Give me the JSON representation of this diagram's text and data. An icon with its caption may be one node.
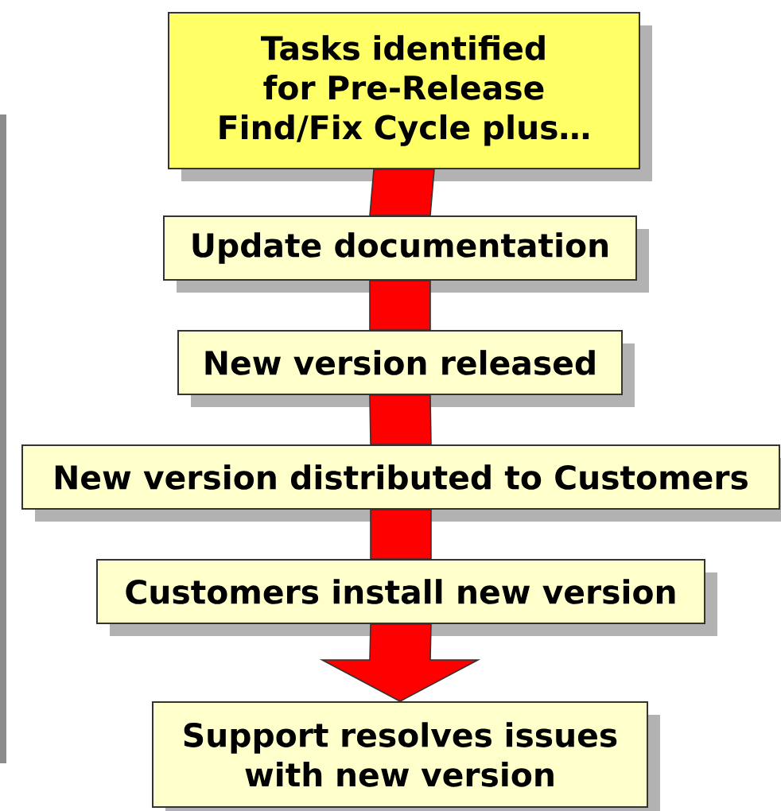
{
  "diagram": {
    "nodes": [
      {
        "text": [
          "Tasks identified for Pre-Release Find/Fix Cycle plus…"
        ]
      },
      {
        "text": [
          "Update documentation"
        ]
      },
      {
        "text": [
          "New version released"
        ]
      },
      {
        "text": [
          "New version distributed to Customers"
        ]
      },
      {
        "text": [
          "Customers install new version"
        ]
      },
      {
        "text": [
          "Support resolves issues with new version"
        ]
      }
    ],
    "edges": [
      {
        "from": 0,
        "to": 1,
        "arrow": "none"
      },
      {
        "from": 1,
        "to": 2,
        "arrow": "none"
      },
      {
        "from": 2,
        "to": 3,
        "arrow": "none"
      },
      {
        "from": 3,
        "to": 4,
        "arrow": "none"
      },
      {
        "from": 4,
        "to": 5,
        "arrow": "to"
      }
    ]
  }
}
